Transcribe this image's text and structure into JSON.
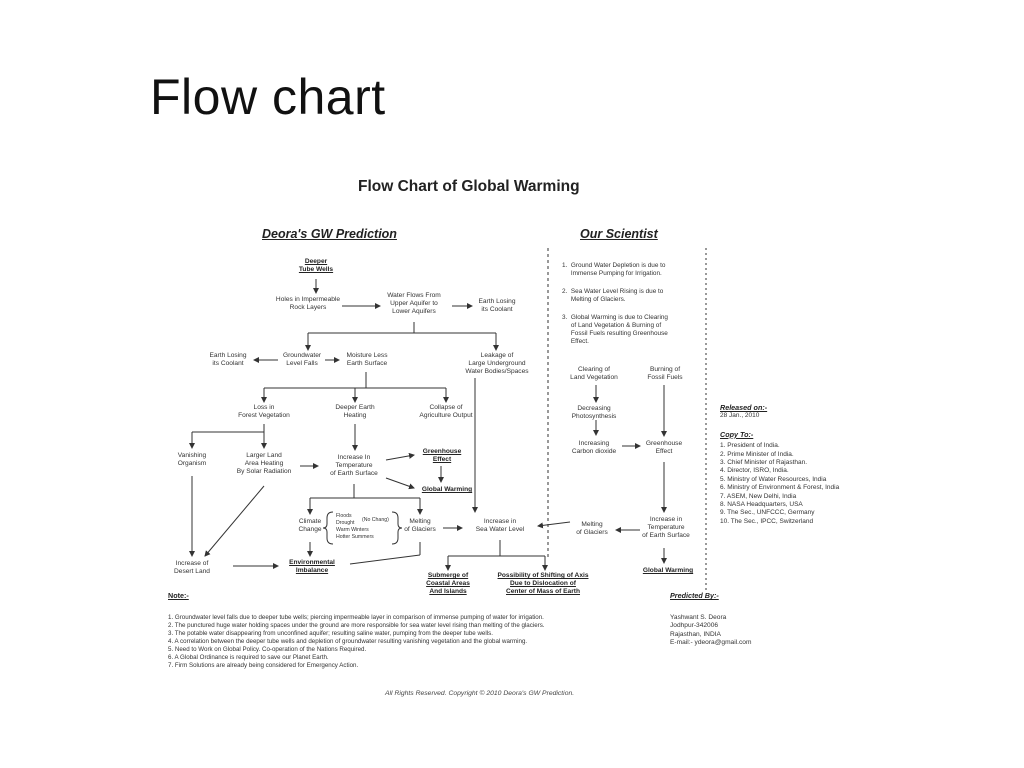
{
  "slide_title": "Flow chart",
  "chart_title": "Flow Chart of Global Warming",
  "left_heading": "Deora's GW Prediction",
  "right_heading": "Our Scientist",
  "nodes": {
    "deeper_tube_wells": "Deeper\nTube Wells",
    "holes": "Holes in Impermeable\nRock Layers",
    "water_flows": "Water Flows From\nUpper Aquifer to\nLower Aquifers",
    "earth_losing_1": "Earth Losing\nits Coolant",
    "earth_losing_2": "Earth Losing\nits Coolant",
    "groundwater_falls": "Groundwater\nLevel Falls",
    "moisture_less": "Moisture Less\nEarth Surface",
    "leakage": "Leakage of\nLarge Underground\nWater Bodies/Spaces",
    "loss_forest": "Loss in\nForest Vegetation",
    "deeper_heating": "Deeper Earth\nHeating",
    "collapse_agri": "Collapse of\nAgriculture Output",
    "vanishing": "Vanishing\nOrganism",
    "larger_land": "Larger Land\nArea Heating\nBy Solar Radiation",
    "increase_temp": "Increase In\nTemperature\nof Earth Surface",
    "greenhouse_left": "Greenhouse\nEffect",
    "global_warming_left": "Global Warming",
    "climate_change": "Climate\nChange",
    "climate_list": "Floods\nDrought\nWarm Winters\nHotter Summers",
    "no_chang": "(No Chang)",
    "melting_left": "Melting\nof Glaciers",
    "sea_level": "Increase in\nSea Water Level",
    "desert": "Increase of\nDesert Land",
    "env_imbalance": "Environmental\nImbalance",
    "submerge": "Submerge of\nCoastal Areas\nAnd Islands",
    "shifting_axis": "Possibility of Shifting of Axis\nDue to Dislocation of\nCenter of Mass of Earth",
    "clearing_veg": "Clearing of\nLand Vegetation",
    "burning_fuels": "Burning of\nFossil Fuels",
    "decreasing_photo": "Decreasing\nPhotosynthesis",
    "increasing_co2": "Increasing\nCarbon dioxide",
    "greenhouse_right": "Greenhouse\nEffect",
    "melting_right": "Melting\nof Glaciers",
    "increase_temp_right": "Increase in\nTemperature\nof Earth Surface",
    "global_warming_right": "Global Warming"
  },
  "scientist_points": [
    "1.  Ground Water Depletion is due to\n     Immense Pumping for Irrigation.",
    "2.  Sea Water Level Rising is due to\n     Melting of Glaciers.",
    "3.  Global Warming is due to Clearing\n     of Land Vegetation & Burning of\n     Fossil Fuels resulting Greenhouse\n     Effect."
  ],
  "released_heading": "Released on:-",
  "released_date": "28 Jan., 2010",
  "copy_heading": "Copy To:-",
  "copy_list": [
    "1. President of India.",
    "2. Prime Minister of India.",
    "3. Chief Minister of Rajasthan.",
    "4. Director, ISRO, India.",
    "5. Ministry of Water Resources, India",
    "6. Ministry of Environment & Forest, India",
    "7. ASEM, New Delhi, India",
    "8. NASA Headquarters, USA",
    "9. The Sec., UNFCCC, Germany",
    "10. The Sec., IPCC, Switzerland"
  ],
  "note_heading": "Note:-",
  "notes": [
    "1. Groundwater level falls due to deeper tube wells; piercing impermeable layer in comparison of immense pumping of water for irrigation.",
    "2. The punctured huge water holding spaces under the ground are more responsible for sea water level rising than melting of the glaciers.",
    "3. The potable water disappearing from unconfined aquifer; resulting saline water, pumping from the deeper tube wells.",
    "4. A correlation between the deeper tube wells and depletion of groundwater resulting vanishing vegetation and the global warming.",
    "5. Need to Work on Global Policy. Co-operation of the Nations Required.",
    "6. A Global Ordinance is required to save our Planet Earth.",
    "7. Firm Solutions are already being considered for Emergency Action."
  ],
  "predicted_heading": "Predicted By:-",
  "predictor": [
    "Yashwant S. Deora",
    "Jodhpur-342006",
    "Rajasthan, INDIA",
    "E-mail:- ydeora@gmail.com"
  ],
  "copyright": "All Rights Reserved. Copyright © 2010 Deora's GW Prediction."
}
